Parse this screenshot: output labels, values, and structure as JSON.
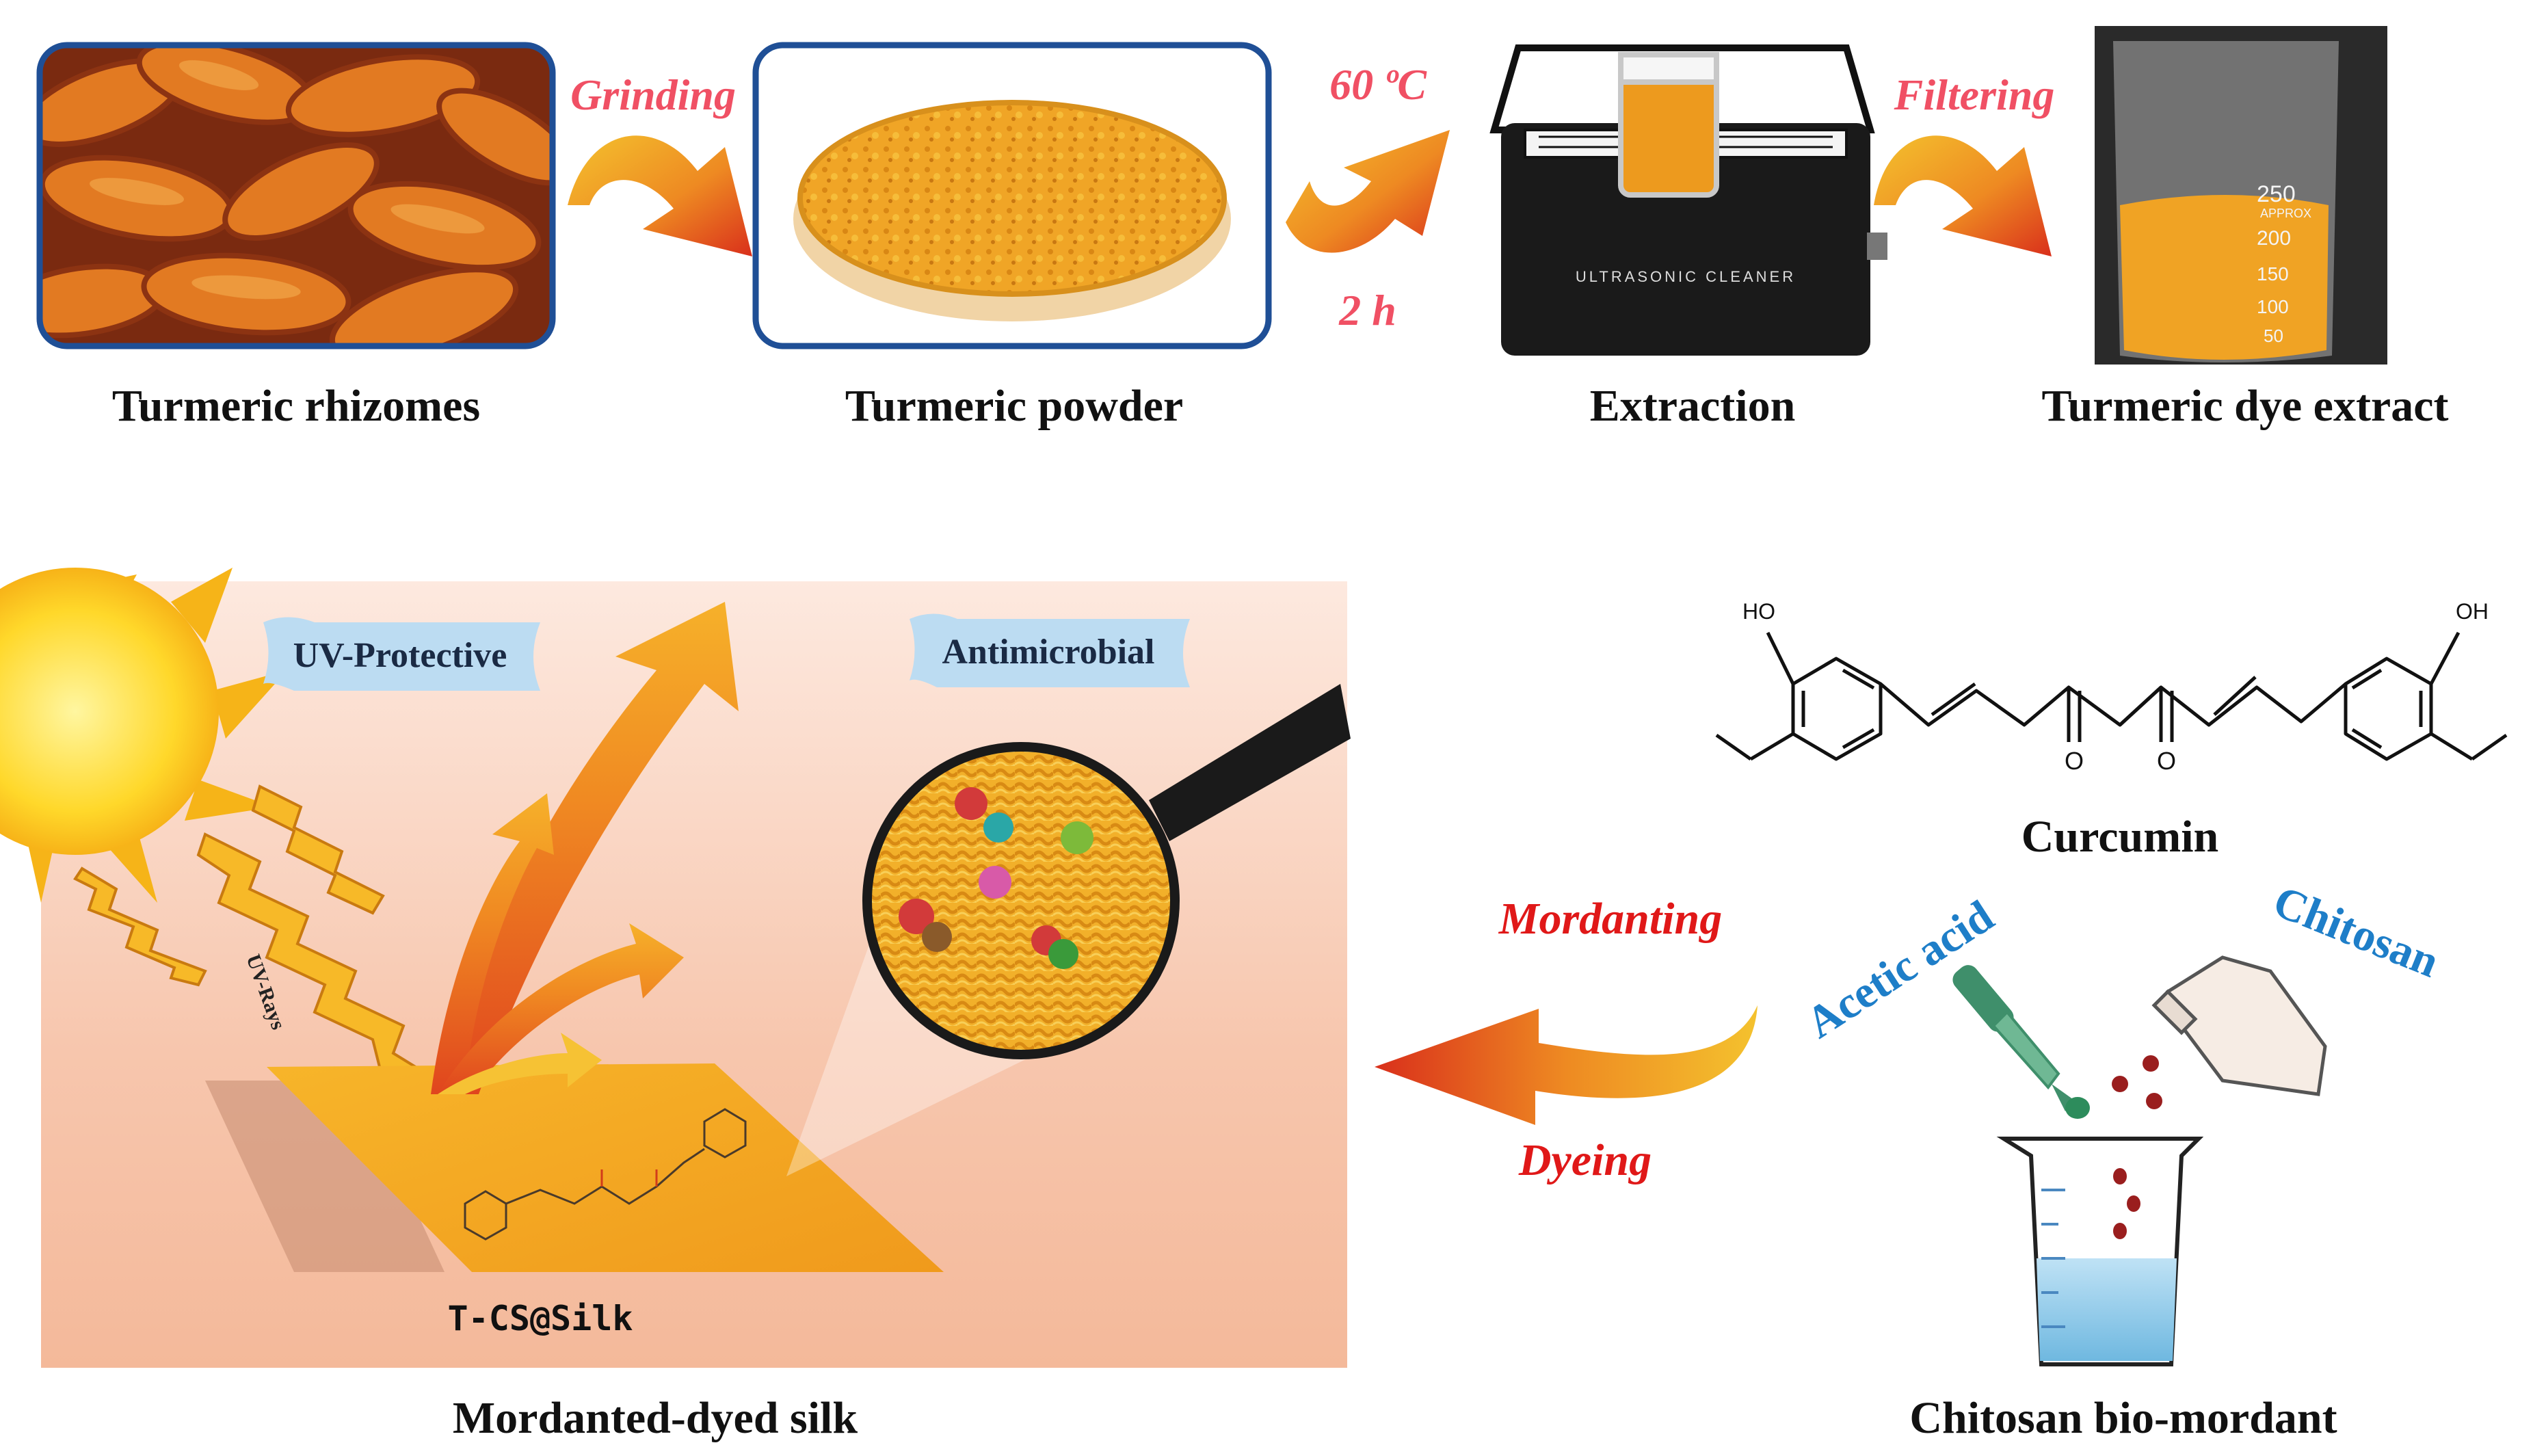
{
  "colors": {
    "arrow_light": "#f2c02c",
    "arrow_dark": "#d8301c",
    "step_label_text": "#f05064",
    "mordanting_text": "#e01818",
    "reagent_text": "#1e7ec8",
    "frame_blue": "#1f4f96",
    "caption_text": "#111111"
  },
  "top_process": {
    "steps": [
      {
        "caption": "Turmeric rhizomes",
        "icon": "turmeric-rhizomes-photo"
      },
      {
        "caption": "Turmeric powder",
        "icon": "turmeric-powder-dish-photo"
      },
      {
        "caption": "Extraction",
        "icon": "ultrasonic-cleaner-icon"
      },
      {
        "caption": "Turmeric dye extract",
        "icon": "beaker-extract-photo"
      }
    ],
    "transitions": [
      {
        "label": "Grinding"
      },
      {
        "label_top": "60 ºC",
        "label_bottom": "2 h"
      },
      {
        "label": "Filtering"
      }
    ],
    "ultrasonic_label": "ULTRASONIC CLEANER",
    "beaker_marks": [
      "250",
      "APPROX",
      "200",
      "150",
      "100",
      "50"
    ]
  },
  "silk_panel": {
    "badge_uv": "UV-Protective",
    "badge_antimicrobial": "Antimicrobial",
    "rays_label": "UV-Rays",
    "fabric_label": "T-CS@Silk",
    "caption": "Mordanted-dyed silk"
  },
  "curcumin": {
    "caption": "Curcumin",
    "left_substituent": "HO",
    "right_substituent": "OH"
  },
  "middle_arrow": {
    "label_top": "Mordanting",
    "label_bottom": "Dyeing"
  },
  "mordant": {
    "reagent_left": "Acetic acid",
    "reagent_right": "Chitosan",
    "caption": "Chitosan bio-mordant"
  }
}
